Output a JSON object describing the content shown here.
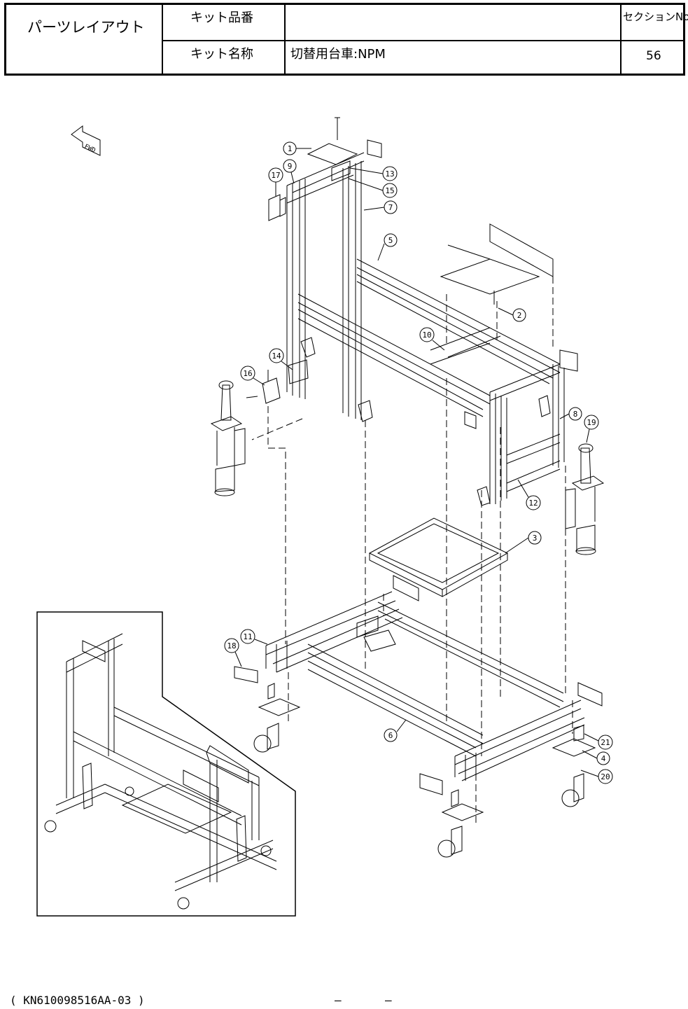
{
  "header": {
    "title": "パーツレイアウト",
    "kit_number_label": "キット品番",
    "kit_number_value": "",
    "kit_name_label": "キット名称",
    "kit_name_value": "切替用台車:NPM",
    "section_label": "セクションNo.",
    "section_value": "56"
  },
  "drawing": {
    "direction_marker": "FWD",
    "part_numbers": [
      "1",
      "2",
      "3",
      "4",
      "5",
      "6",
      "7",
      "8",
      "9",
      "10",
      "11",
      "12",
      "13",
      "14",
      "15",
      "16",
      "17",
      "18",
      "19",
      "20",
      "21"
    ]
  },
  "footer": {
    "document_code": "( KN610098516AA-03 )",
    "page_marks": [
      "–",
      "–"
    ]
  }
}
